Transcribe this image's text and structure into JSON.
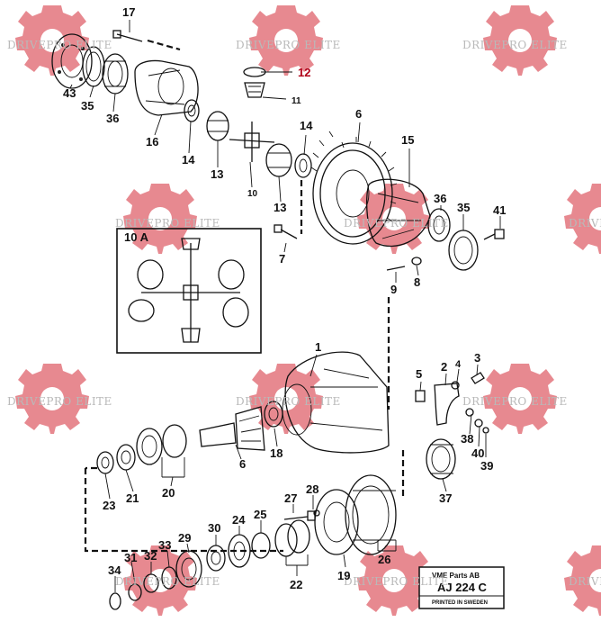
{
  "watermark": {
    "text": "DRIVEPRO ELITE",
    "color": "#e3747c"
  },
  "inset": {
    "label": "10 A"
  },
  "title_block": {
    "company": "VME Parts AB",
    "code": "AJ 224 C",
    "printed": "PRINTED IN SWEDEN"
  },
  "callouts": {
    "c17": "17",
    "c43": "43",
    "c35a": "35",
    "c36a": "36",
    "c16": "16",
    "c12": "12",
    "c11": "11",
    "c14a": "14",
    "c13a": "13",
    "c10": "10",
    "c14b": "14",
    "c13b": "13",
    "c6a": "6",
    "c15": "15",
    "c36b": "36",
    "c35b": "35",
    "c41": "41",
    "c7": "7",
    "c8": "8",
    "c9": "9",
    "c1": "1",
    "c5": "5",
    "c2": "2",
    "c4": "4",
    "c3": "3",
    "c18": "18",
    "c6b": "6",
    "c38": "38",
    "c40": "40",
    "c39": "39",
    "c37": "37",
    "c23": "23",
    "c21": "21",
    "c20": "20",
    "c27": "27",
    "c28": "28",
    "c30": "30",
    "c24": "24",
    "c25": "25",
    "c26": "26",
    "c22": "22",
    "c19": "19",
    "c33": "33",
    "c29": "29",
    "c31": "31",
    "c32": "32",
    "c34": "34"
  },
  "highlight_color": "#b00018"
}
